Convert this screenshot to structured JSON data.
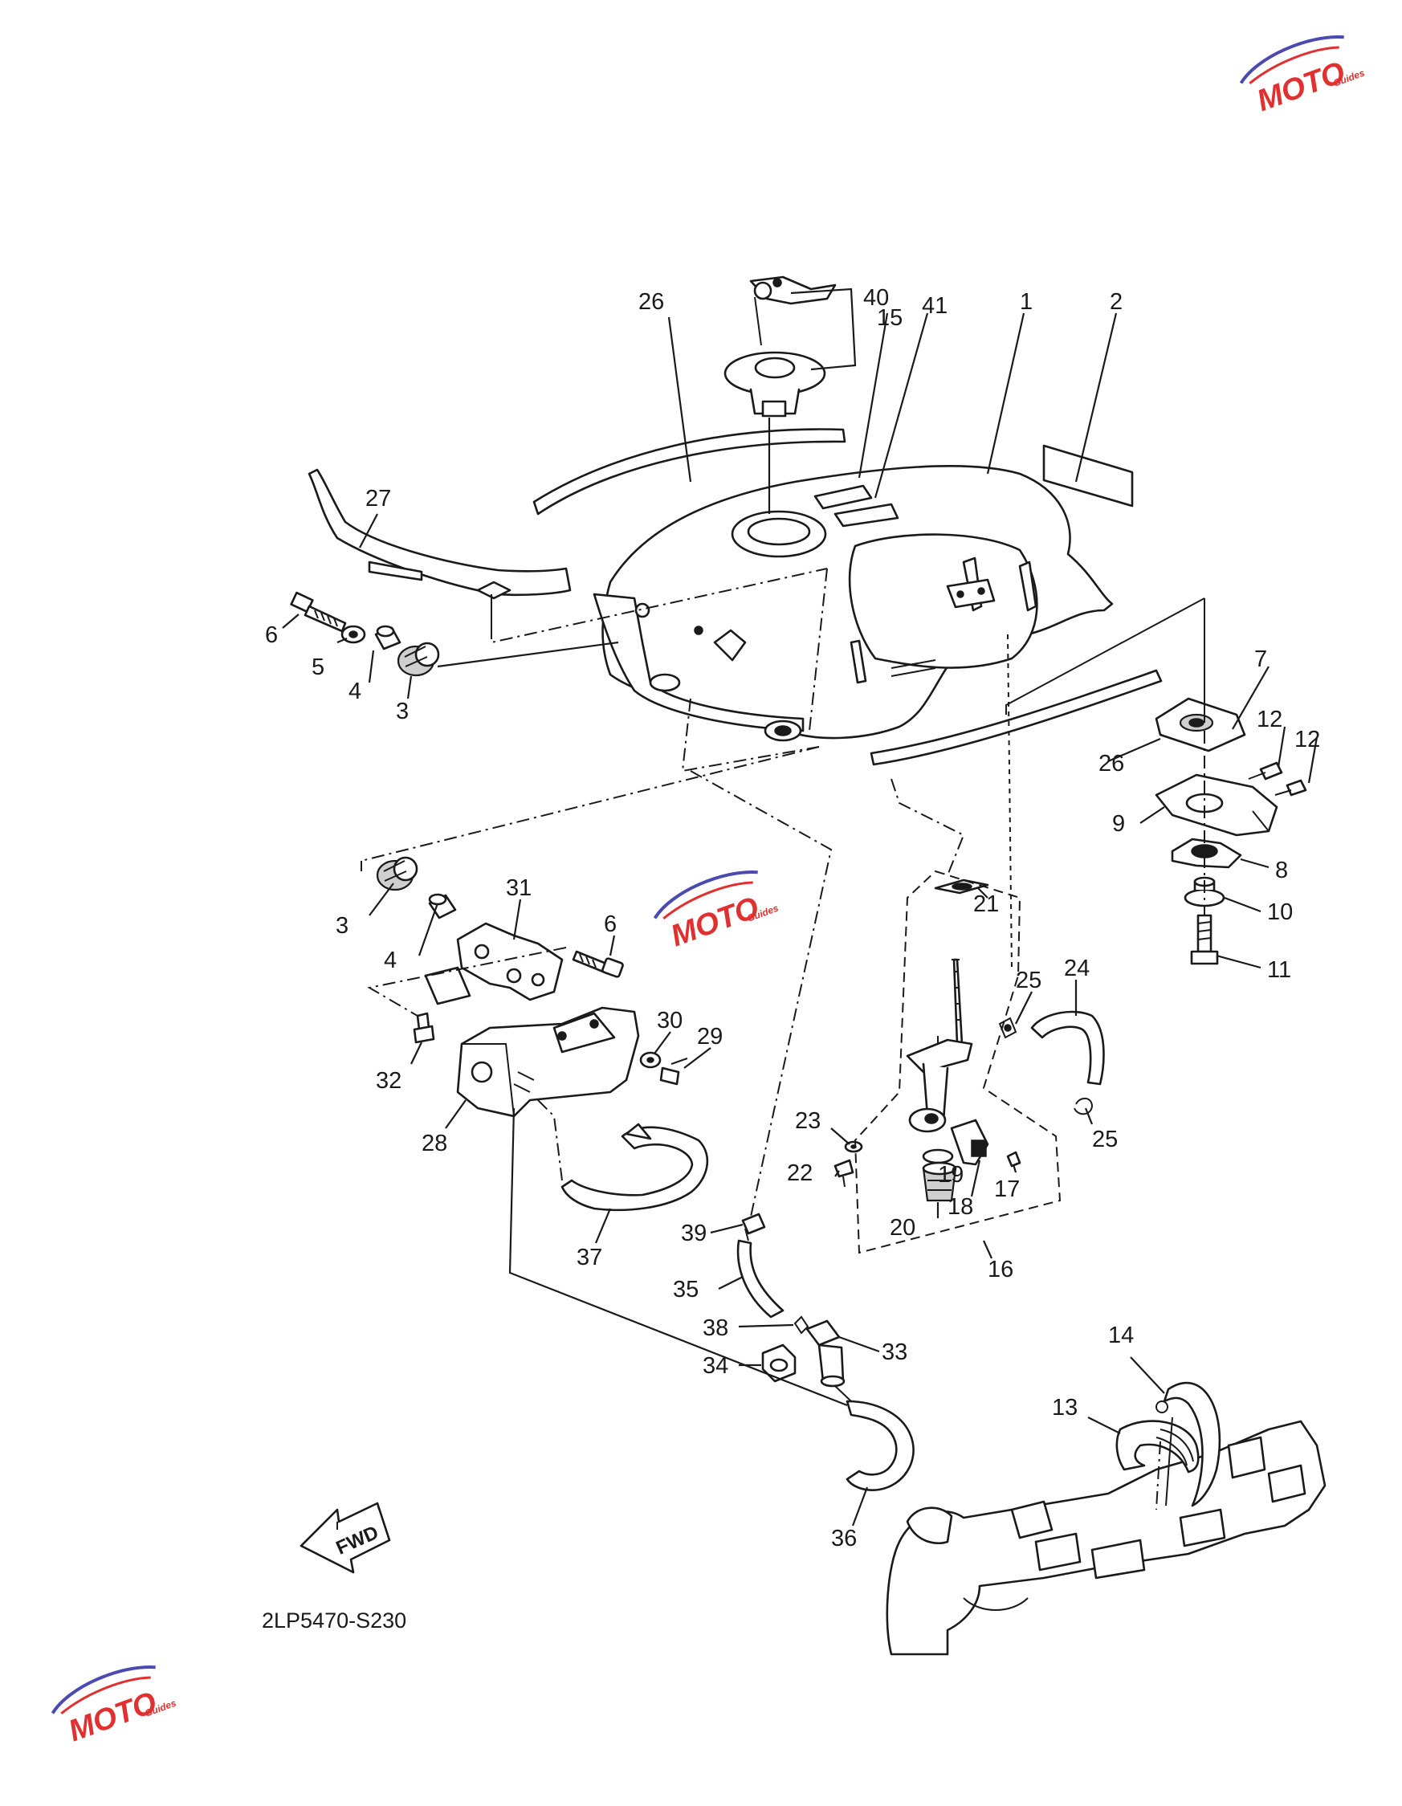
{
  "diagram_code": "2LP5470-S230",
  "fwd_label": "FWD",
  "watermark": {
    "text": "MOTO",
    "subtext": "Guides",
    "colors": {
      "primary": "#e03030",
      "secondary": "#4a4ab0"
    }
  },
  "callouts": [
    {
      "id": "c15",
      "text": "15"
    },
    {
      "id": "c26a",
      "text": "26"
    },
    {
      "id": "c40",
      "text": "40"
    },
    {
      "id": "c41",
      "text": "41"
    },
    {
      "id": "c1",
      "text": "1"
    },
    {
      "id": "c2",
      "text": "2"
    },
    {
      "id": "c27",
      "text": "27"
    },
    {
      "id": "c6a",
      "text": "6"
    },
    {
      "id": "c5",
      "text": "5"
    },
    {
      "id": "c4a",
      "text": "4"
    },
    {
      "id": "c3a",
      "text": "3"
    },
    {
      "id": "c7",
      "text": "7"
    },
    {
      "id": "c12a",
      "text": "12"
    },
    {
      "id": "c12b",
      "text": "12"
    },
    {
      "id": "c26b",
      "text": "26"
    },
    {
      "id": "c9",
      "text": "9"
    },
    {
      "id": "c8",
      "text": "8"
    },
    {
      "id": "c10",
      "text": "10"
    },
    {
      "id": "c11",
      "text": "11"
    },
    {
      "id": "c31",
      "text": "31"
    },
    {
      "id": "c3b",
      "text": "3"
    },
    {
      "id": "c6b",
      "text": "6"
    },
    {
      "id": "c4b",
      "text": "4"
    },
    {
      "id": "c21",
      "text": "21"
    },
    {
      "id": "c25a",
      "text": "25"
    },
    {
      "id": "c24",
      "text": "24"
    },
    {
      "id": "c30",
      "text": "30"
    },
    {
      "id": "c29",
      "text": "29"
    },
    {
      "id": "c32",
      "text": "32"
    },
    {
      "id": "c28",
      "text": "28"
    },
    {
      "id": "c23",
      "text": "23"
    },
    {
      "id": "c25b",
      "text": "25"
    },
    {
      "id": "c22",
      "text": "22"
    },
    {
      "id": "c19",
      "text": "19"
    },
    {
      "id": "c17",
      "text": "17"
    },
    {
      "id": "c18",
      "text": "18"
    },
    {
      "id": "c20",
      "text": "20"
    },
    {
      "id": "c39",
      "text": "39"
    },
    {
      "id": "c37",
      "text": "37"
    },
    {
      "id": "c16",
      "text": "16"
    },
    {
      "id": "c35",
      "text": "35"
    },
    {
      "id": "c38",
      "text": "38"
    },
    {
      "id": "c33",
      "text": "33"
    },
    {
      "id": "c34",
      "text": "34"
    },
    {
      "id": "c14",
      "text": "14"
    },
    {
      "id": "c13",
      "text": "13"
    },
    {
      "id": "c36",
      "text": "36"
    }
  ]
}
